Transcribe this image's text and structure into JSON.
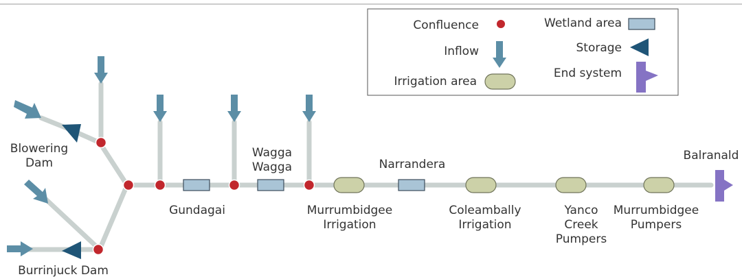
{
  "colors": {
    "river": "#c9d1cf",
    "confluence": "#c1272d",
    "inflow": "#5c8ea6",
    "storage": "#1f5577",
    "wetland_fill": "#a9c4d6",
    "wetland_stroke": "#3c4e5c",
    "irrigation_fill": "#ccd1a8",
    "irrigation_stroke": "#70745a",
    "end_system": "#8573c4",
    "text": "#333333",
    "rule": "#999999"
  },
  "legend": {
    "confluence": "Confluence",
    "wetland": "Wetland area",
    "inflow": "Inflow",
    "storage": "Storage",
    "irrigation": "Irrigation area",
    "end_system": "End system"
  },
  "labels": {
    "blowering_1": "Blowering",
    "blowering_2": "Dam",
    "burrinjuck": "Burrinjuck Dam",
    "gundagai": "Gundagai",
    "wagga_1": "Wagga",
    "wagga_2": "Wagga",
    "narrandera": "Narrandera",
    "balranald": "Balranald",
    "mia_1": "Murrumbidgee",
    "mia_2": "Irrigation",
    "cia_1": "Coleambally",
    "cia_2": "Irrigation",
    "yanco_1": "Yanco",
    "yanco_2": "Creek",
    "yanco_3": "Pumpers",
    "mp_1": "Murrumbidgee",
    "mp_2": "Pumpers"
  }
}
